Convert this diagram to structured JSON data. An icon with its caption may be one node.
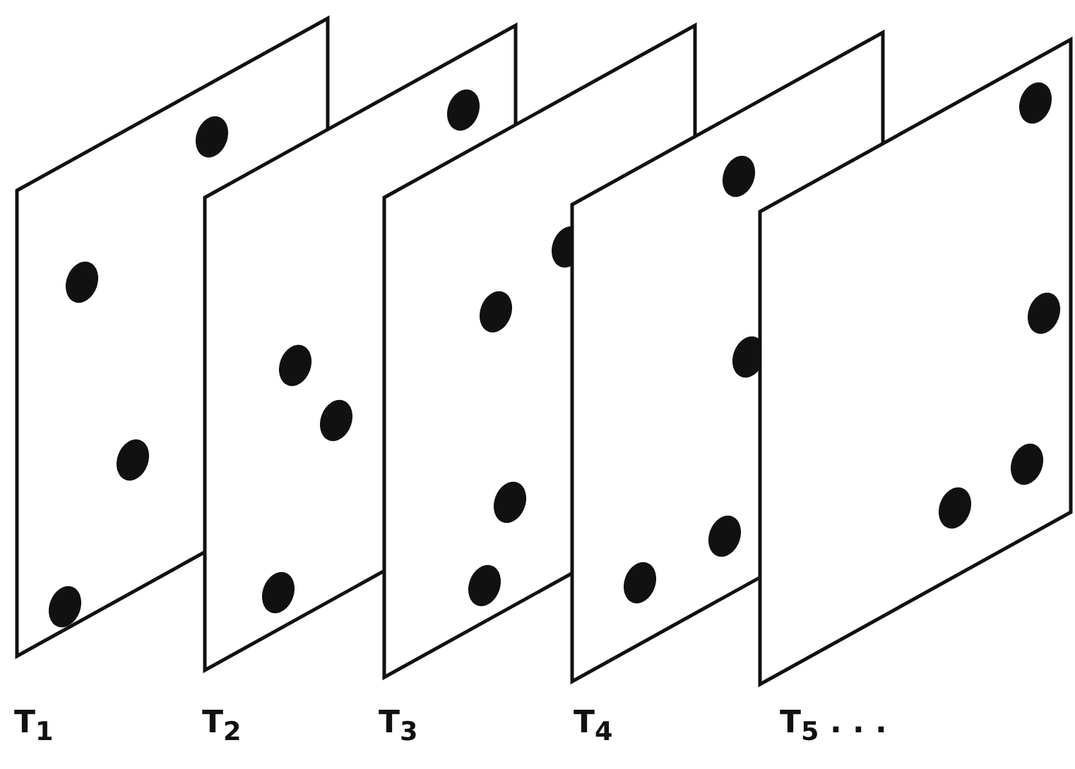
{
  "diagram": {
    "labels": [
      "T$_{1}$",
      "T$_{2}$",
      "T$_{3}$",
      "T$_{4}$",
      "T$_{5}$ . . ."
    ]
  }
}
